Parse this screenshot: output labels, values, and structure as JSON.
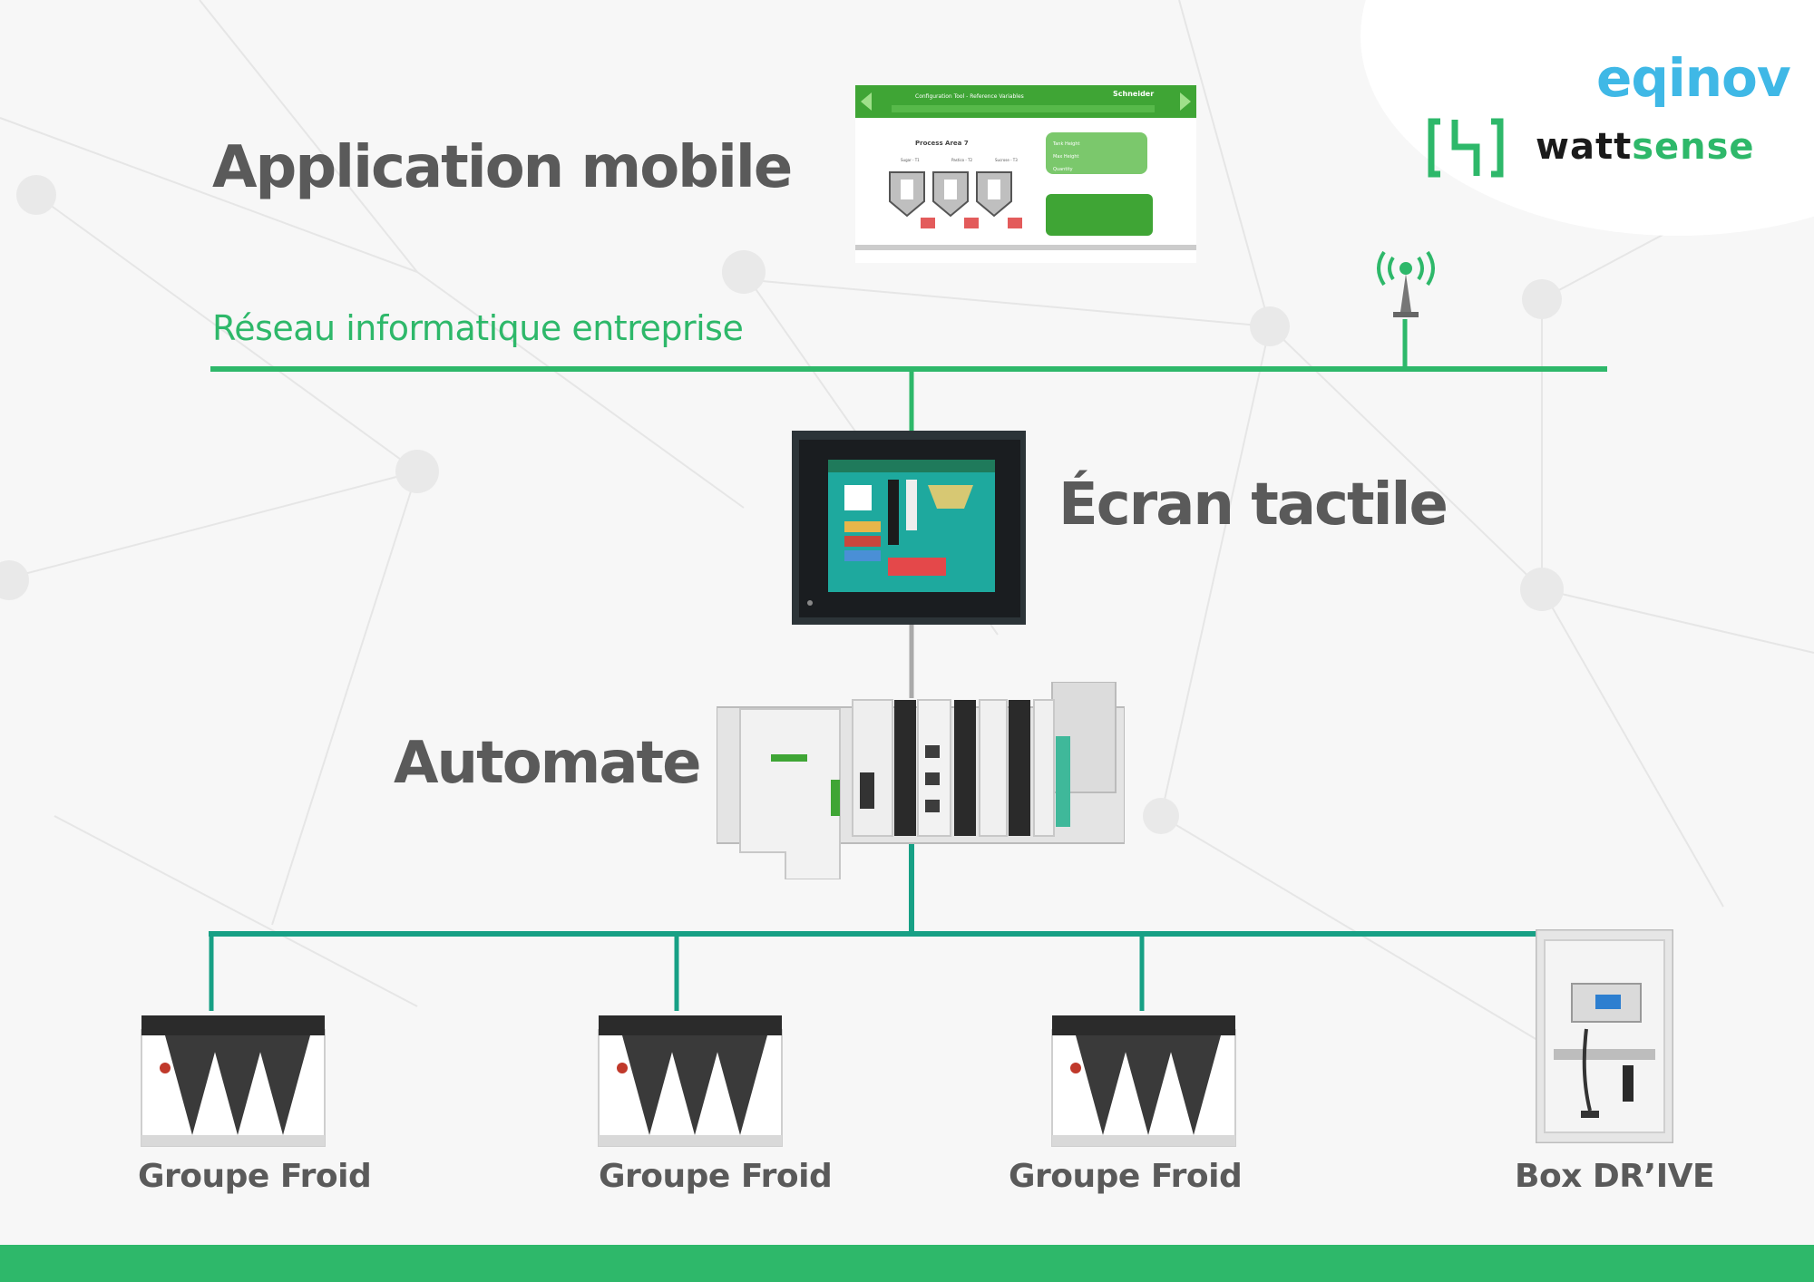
{
  "network": {
    "label": "Réseau informatique entreprise",
    "line_color": "#2eb86a",
    "field_line_color": "#17a085"
  },
  "nodes": {
    "mobile_app": {
      "label": "Application mobile"
    },
    "touch_screen": {
      "label": "Écran tactile"
    },
    "plc": {
      "label": "Automate"
    },
    "chiller_1": {
      "label": "Groupe Froid"
    },
    "chiller_2": {
      "label": "Groupe Froid"
    },
    "chiller_3": {
      "label": "Groupe Froid"
    },
    "box": {
      "label": "Box DR’IVE"
    }
  },
  "hmi_mockup": {
    "header_title": "Configuration Tool - Reference Variables",
    "brand": "Schneider",
    "area_title": "Process Area 7",
    "tank_labels": [
      "Sugar - T1",
      "Pastico - T2",
      "Sucrose - T3"
    ],
    "panel_rows": [
      "Tank Height",
      "Max Height",
      "Quantity"
    ]
  },
  "logos": {
    "eqinov": "eqinov",
    "wattsense_part1": "watt",
    "wattsense_part2": "sense"
  },
  "icons": {
    "antenna": "wifi-antenna-icon"
  },
  "colors": {
    "accent_green": "#2eb86a",
    "teal": "#17a085",
    "eqinov_blue": "#3fb8e6",
    "label_grey": "#5a5a5a"
  }
}
